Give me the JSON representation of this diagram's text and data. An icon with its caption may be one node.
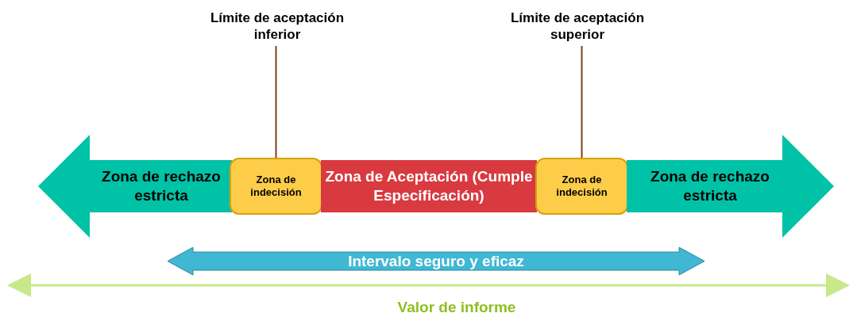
{
  "diagram": {
    "nodes": [
      {
        "text": [
          "Límite de aceptación inferior"
        ]
      },
      {
        "text": [
          "Límite de aceptación superior"
        ]
      },
      {
        "text": [
          "Zona de rechazo estricta"
        ]
      },
      {
        "text": [
          "Zona de indecisión"
        ]
      },
      {
        "text": [
          "Zona de Aceptación (Cumple Especificación)"
        ]
      },
      {
        "text": [
          "Zona de indecisión"
        ]
      },
      {
        "text": [
          "Zona de rechazo estricta"
        ]
      },
      {
        "text": [
          "Intervalo seguro y eficaz"
        ]
      }
    ],
    "edges": [
      {
        "from": 0,
        "to": 3,
        "arrow": "none"
      },
      {
        "from": 1,
        "to": 5,
        "arrow": "none"
      }
    ],
    "labels": [
      "Valor de informe"
    ]
  }
}
